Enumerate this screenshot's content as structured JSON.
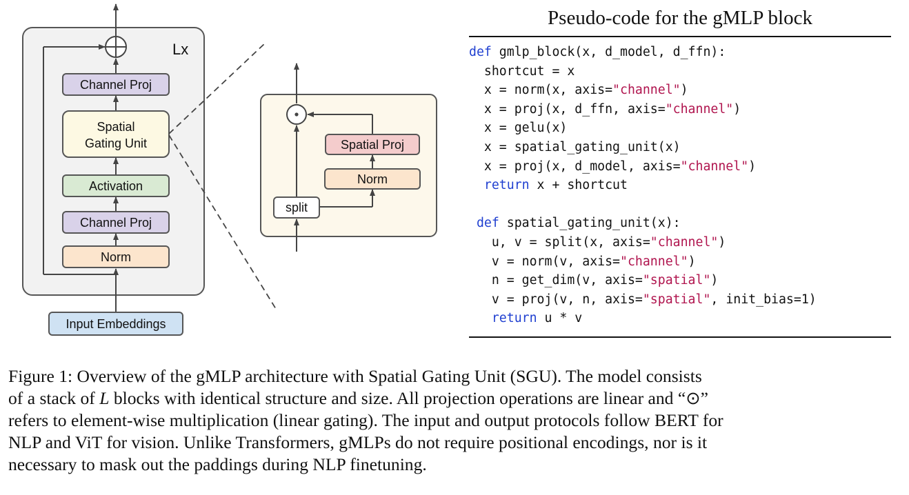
{
  "diagram": {
    "block_repeat": "Lx",
    "block_stack": {
      "channel_proj_top": "Channel Proj",
      "sgu_line1": "Spatial",
      "sgu_line2": "Gating Unit",
      "activation": "Activation",
      "channel_proj_bottom": "Channel Proj",
      "norm": "Norm"
    },
    "input": "Input Embeddings",
    "sgu_detail": {
      "spatial_proj": "Spatial Proj",
      "norm": "Norm",
      "split": "split"
    },
    "colors": {
      "panel_fill": "#f2f2f2",
      "sgu_panel_fill": "#fdf8eb",
      "channel_proj": "#d9d2e9",
      "spatial_gating_unit": "#fdf9e3",
      "activation": "#d9ead3",
      "norm": "#fce5cd",
      "input_embeddings": "#cfe2f3",
      "spatial_proj": "#f4cccc"
    }
  },
  "pseudocode": {
    "title": "Pseudo-code for the gMLP block",
    "lines": [
      [
        {
          "t": "def",
          "k": "kw"
        },
        {
          "t": " gmlp_block(x, d_model, d_ffn):"
        }
      ],
      [
        {
          "t": "  shortcut = x"
        }
      ],
      [
        {
          "t": "  x = norm(x, axis="
        },
        {
          "t": "\"channel\"",
          "k": "str"
        },
        {
          "t": ")"
        }
      ],
      [
        {
          "t": "  x = proj(x, d_ffn, axis="
        },
        {
          "t": "\"channel\"",
          "k": "str"
        },
        {
          "t": ")"
        }
      ],
      [
        {
          "t": "  x = gelu(x)"
        }
      ],
      [
        {
          "t": "  x = spatial_gating_unit(x)"
        }
      ],
      [
        {
          "t": "  x = proj(x, d_model, axis="
        },
        {
          "t": "\"channel\"",
          "k": "str"
        },
        {
          "t": ")"
        }
      ],
      [
        {
          "t": "  "
        },
        {
          "t": "return",
          "k": "kw"
        },
        {
          "t": " x + shortcut"
        }
      ],
      [
        {
          "t": ""
        }
      ],
      [
        {
          "t": " "
        },
        {
          "t": "def",
          "k": "kw"
        },
        {
          "t": " spatial_gating_unit(x):"
        }
      ],
      [
        {
          "t": "   u, v = split(x, axis="
        },
        {
          "t": "\"channel\"",
          "k": "str"
        },
        {
          "t": ")"
        }
      ],
      [
        {
          "t": "   v = norm(v, axis="
        },
        {
          "t": "\"channel\"",
          "k": "str"
        },
        {
          "t": ")"
        }
      ],
      [
        {
          "t": "   n = get_dim(v, axis="
        },
        {
          "t": "\"spatial\"",
          "k": "str"
        },
        {
          "t": ")"
        }
      ],
      [
        {
          "t": "   v = proj(v, n, axis="
        },
        {
          "t": "\"spatial\"",
          "k": "str"
        },
        {
          "t": ", init_bias=1)"
        }
      ],
      [
        {
          "t": "   "
        },
        {
          "t": "return",
          "k": "kw"
        },
        {
          "t": " u * v"
        }
      ]
    ]
  },
  "caption": {
    "lines": [
      [
        {
          "t": "Figure 1: Overview of the gMLP architecture with Spatial Gating Unit (SGU). The model consists"
        }
      ],
      [
        {
          "t": "of a stack of "
        },
        {
          "t": "L",
          "k": "it"
        },
        {
          "t": " blocks with identical structure and size. All projection operations are linear and “⊙”"
        }
      ],
      [
        {
          "t": "refers to element-wise multiplication (linear gating). The input and output protocols follow BERT for"
        }
      ],
      [
        {
          "t": "NLP and ViT for vision. Unlike Transformers, gMLPs do not require positional encodings, nor is it"
        }
      ],
      [
        {
          "t": "necessary to mask out the paddings during NLP finetuning."
        }
      ]
    ]
  }
}
